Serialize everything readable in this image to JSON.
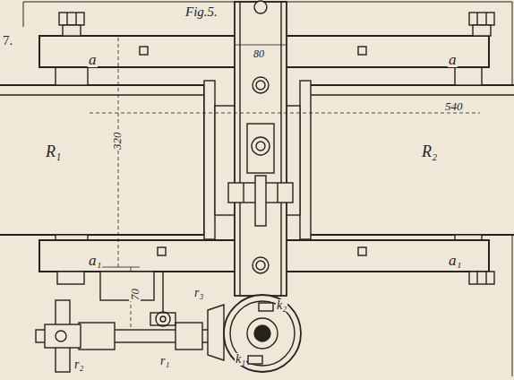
{
  "diagram": {
    "title": "Fig.5.",
    "labels": [
      "7.",
      "a",
      "a",
      "80",
      "320",
      "540",
      "R₁",
      "R₂",
      "a₁",
      "a₁",
      "70",
      "r₃",
      "r₁",
      "r₂",
      "k₂",
      "k₁"
    ]
  }
}
